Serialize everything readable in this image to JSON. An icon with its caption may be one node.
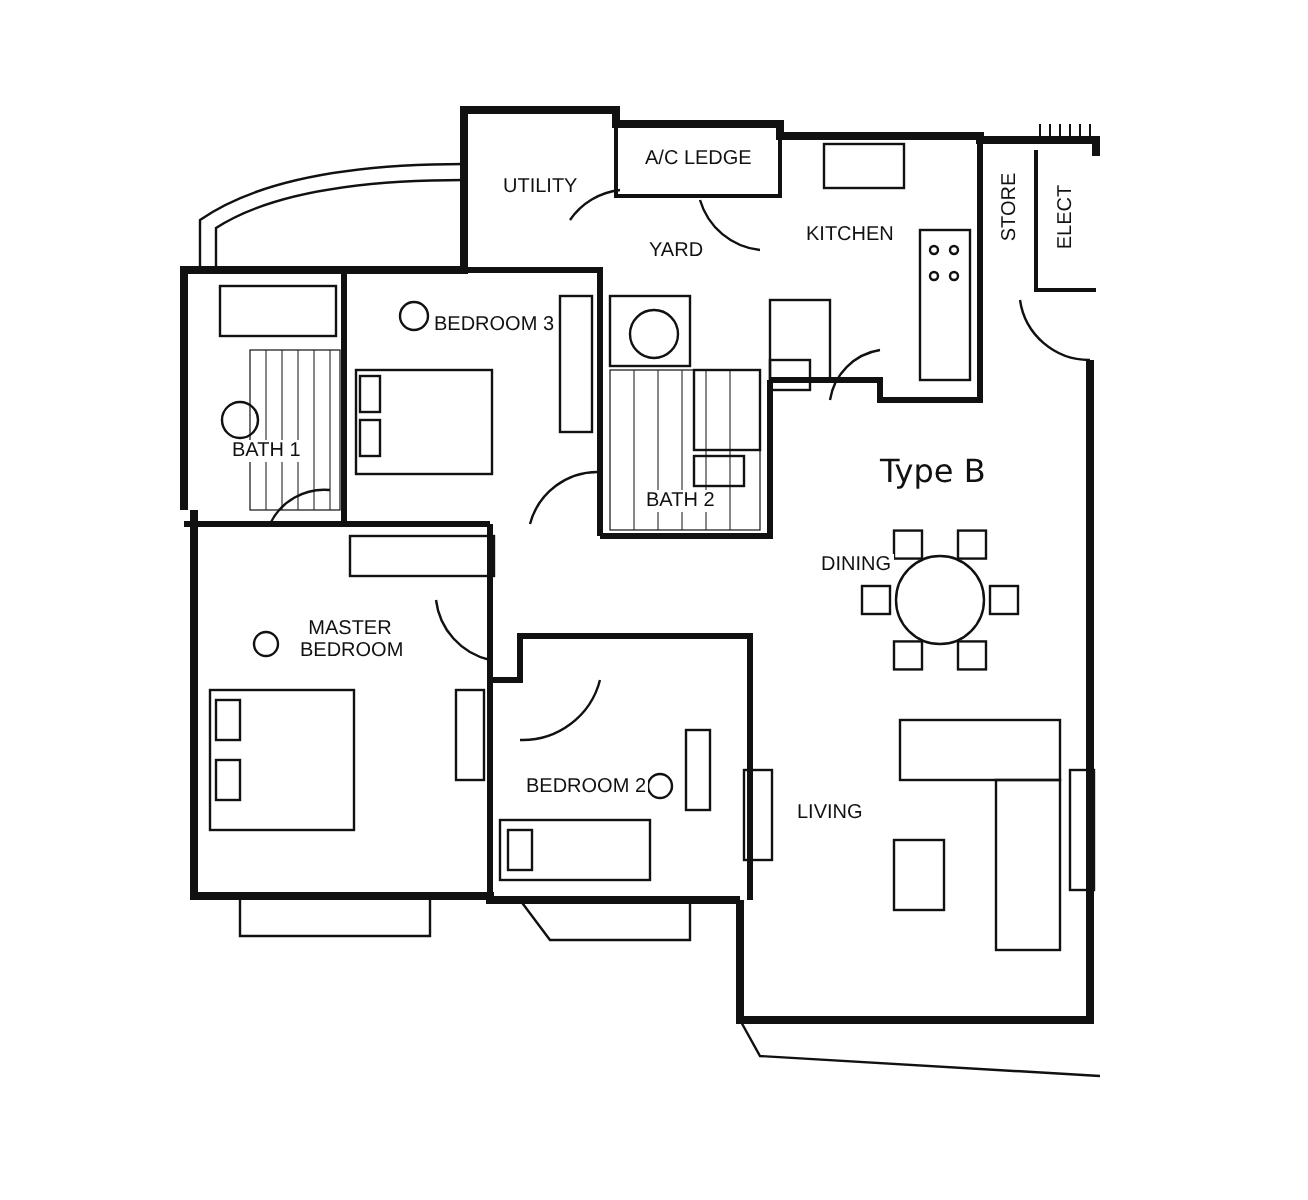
{
  "diagram": {
    "title": "Type B",
    "labels": [
      "UTILITY",
      "A/C LEDGE",
      "YARD",
      "KITCHEN",
      "STORE",
      "ELECT",
      "BEDROOM 3",
      "BATH 1",
      "BATH 2",
      "DINING",
      "MASTER BEDROOM",
      "BEDROOM 2",
      "LIVING"
    ]
  }
}
